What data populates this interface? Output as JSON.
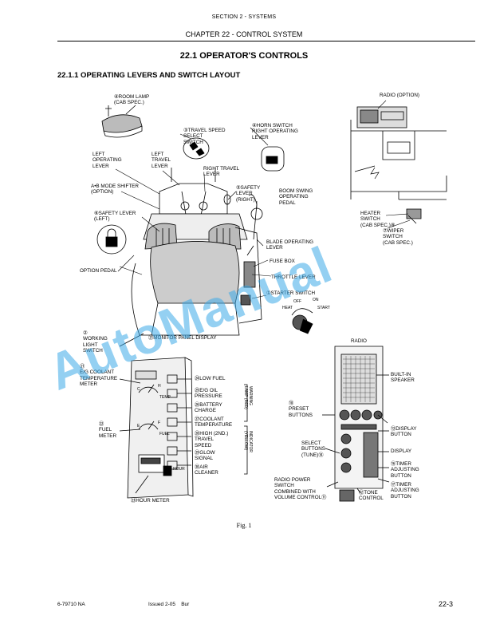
{
  "header": {
    "section": "SECTION 2 - SYSTEMS",
    "chapter": "CHAPTER 22 - CONTROL SYSTEM"
  },
  "title": "22.1  OPERATOR'S CONTROLS",
  "subtitle": "22.1.1  OPERATING LEVERS AND SWITCH LAYOUT",
  "figure": {
    "caption": "Fig. 1",
    "labels": {
      "room_lamp": "ROOM LAMP\n(CAB SPEC.)",
      "room_lamp_num": "④",
      "radio_option": "RADIO (OPTION)",
      "travel_speed": "TRAVEL SPEED\nSELECT\nSWITCH",
      "travel_speed_num": "③",
      "horn_switch": "HORN SWITCH\nRIGHT OPERATING\nLEVER",
      "horn_switch_num": "④",
      "left_operating_lever": "LEFT\nOPERATING\nLEVER",
      "left_travel_lever": "LEFT\nTRAVEL\nLEVER",
      "right_travel_lever": "RIGHT TRAVEL\nLEVER",
      "ab_mode_shifter": "A•B MODE SHIFTER\n(OPTION)",
      "safety_lever_right": "SAFETY\nLEVER\n(RIGHT)",
      "safety_lever_right_num": "⑤",
      "boom_swing_pedal": "BOOM SWING\nOPERATING\nPEDAL",
      "safety_lever_left": "SAFETY LEVER\n(LEFT)",
      "safety_lever_left_num": "⑥",
      "heater_switch": "HEATER\nSWITCH\n(CAB SPEC.)",
      "heater_switch_num": "⑧",
      "wiper_switch": "WIPER\nSWITCH\n(CAB SPEC.)",
      "wiper_switch_num": "⑦",
      "blade_operating_lever": "BLADE OPERATING\nLEVER",
      "option_pedal": "OPTION PEDAL",
      "fuse_box": "FUSE BOX",
      "throttle_lever": "THROTTLE LEVER",
      "starter_switch": "STARTER SWITCH",
      "starter_switch_num": "①",
      "starter_off": "OFF",
      "starter_on": "ON",
      "starter_heat": "HEAT",
      "starter_start": "START",
      "working_light": "WORKING\nLIGHT\nSWITCH",
      "working_light_num": "②",
      "monitor_panel": "MONITOR PANEL DISPLAY",
      "monitor_panel_num": "㉑",
      "eg_coolant_meter": "E/G COOLANT\nTEMPERATURE\nMETER",
      "eg_coolant_meter_num": "㉑",
      "low_fuel": "LOW FUEL",
      "low_fuel_num": "㉔",
      "eg_oil": "E/G OIL\nPRESSURE",
      "eg_oil_num": "㉕",
      "battery_charge": "BATTERY\nCHARGE",
      "battery_charge_num": "㉖",
      "coolant_temp": "COOLANT\nTEMPERATURE",
      "coolant_temp_num": "㉗",
      "high_travel": "HIGH (2ND.)\nTRAVEL\nSPEED",
      "high_travel_num": "㉘",
      "glow_signal": "GLOW\nSIGNAL",
      "glow_signal_num": "㉙",
      "air_cleaner": "AIR\nCLEANER",
      "air_cleaner_num": "㉚",
      "warning_lamp": "WARNING\nLAMP (RED)",
      "indicator": "INDICATOR\n(YELLOW)",
      "fuel_meter": "FUEL\nMETER",
      "fuel_meter_num": "㉒",
      "hour_meter": "HOUR METER",
      "hour_meter_num": "㉓",
      "radio": "RADIO",
      "built_in_speaker": "BUILT-IN\nSPEAKER",
      "preset_buttons": "PRESET\nBUTTONS",
      "preset_buttons_num": "⑱",
      "display_button": "DISPLAY\nBUTTON",
      "display_button_num": "⑬",
      "display": "DISPLAY",
      "select_buttons": "SELECT\nBUTTONS\n(TUNE)",
      "select_buttons_num": "⑭",
      "timer_adjusting_1": "TIMER\nADJUSTING\nBUTTON",
      "timer_adjusting_1_num": "⑯",
      "timer_adjusting_2": "TIMER\nADJUSTING\nBUTTON",
      "timer_adjusting_2_num": "⑰",
      "radio_power": "RADIO POWER\nSWITCH\nCOMBINED WITH\nVOLUME CONTROL",
      "radio_power_num": "⑪",
      "tone_control": "TONE\nCONTROL",
      "tone_control_num": "⑫",
      "gauge_h": "H",
      "gauge_c": "C",
      "gauge_e": "E",
      "gauge_f": "F",
      "gauge_temp": "TEMP",
      "gauge_fuel": "FUEL",
      "hour_label": "HOUR"
    }
  },
  "watermark": "AutoManual",
  "footer": {
    "doc_number": "6-79710 NA",
    "issued": "Issued 2-05    Bur",
    "page": "22-3"
  }
}
